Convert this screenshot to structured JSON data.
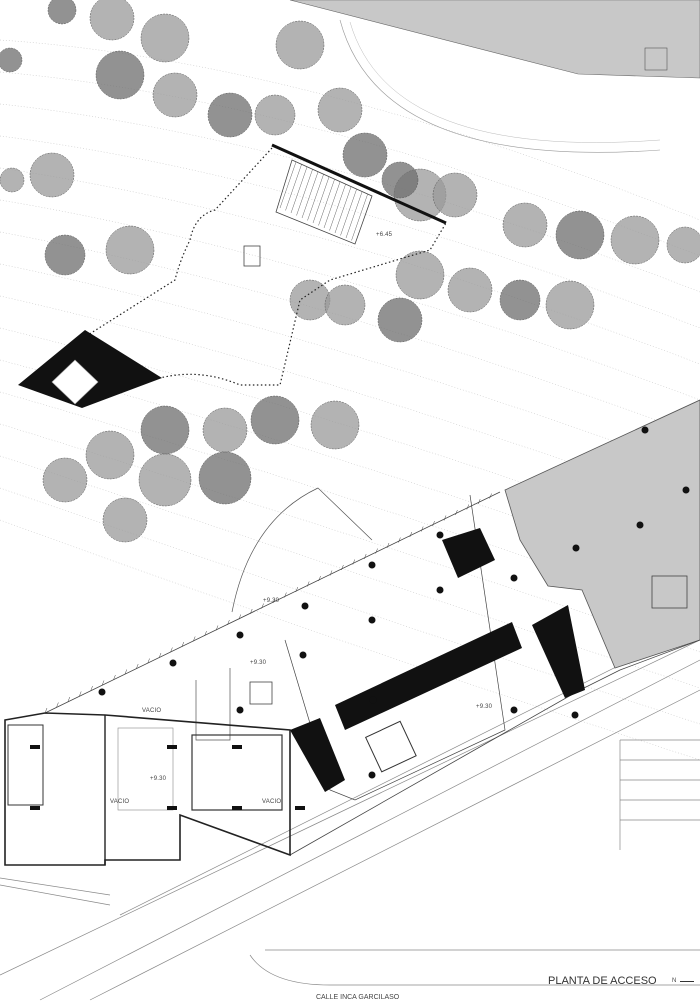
{
  "drawing": {
    "title": "PLANTA DE ACCESO",
    "street_name": "CALLE INCA GARCILASO",
    "north_label": "N",
    "levels": {
      "upper_plaza": "+6.45",
      "terrace": "+9.30",
      "hall": "+9.30",
      "offices": "+9.30",
      "lower_block": "+9.30"
    },
    "voids": [
      "VACIO",
      "VACIO",
      "VACIO"
    ],
    "colors": {
      "solid": "#111111",
      "existing_building": "#c8c8c8",
      "trees": "#8a8a8a",
      "lines": "#777777"
    }
  }
}
